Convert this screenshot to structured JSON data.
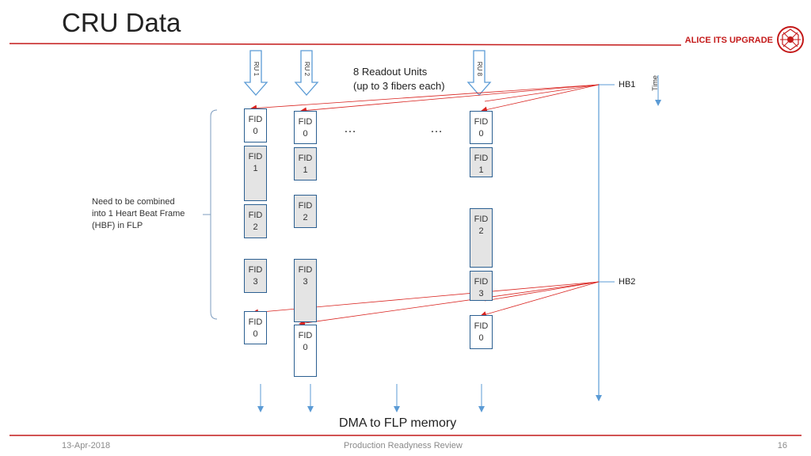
{
  "header": {
    "title": "CRU Data",
    "brand": "ALICE ITS UPGRADE"
  },
  "readout_units": [
    {
      "label": "RU 1"
    },
    {
      "label": "RU 2"
    },
    {
      "label": "RU 8"
    }
  ],
  "notes": {
    "readout_line1": "8 Readout Units",
    "readout_line2": "(up to 3 fibers each)",
    "combine_line1": "Need to be combined",
    "combine_line2": "into 1 Heart Beat Frame",
    "combine_line3": "(HBF) in FLP",
    "ellipsis": "…",
    "time": "Time",
    "hb1": "HB1",
    "hb2": "HB2",
    "dma": "DMA to FLP memory"
  },
  "fid_word": "FID",
  "columns": [
    {
      "fids": [
        "0",
        "1",
        "2",
        "3",
        "0"
      ]
    },
    {
      "fids": [
        "0",
        "1",
        "2",
        "3",
        "0"
      ]
    },
    {
      "fids": [
        "0",
        "1",
        "2",
        "3",
        "0"
      ]
    }
  ],
  "colors": {
    "accent_red": "#c41a1a",
    "arrow_blue": "#5b9bd5",
    "box_border": "#2b5f91"
  },
  "footer": {
    "date": "13-Apr-2018",
    "center": "Production Readyness Review",
    "page": "16"
  }
}
